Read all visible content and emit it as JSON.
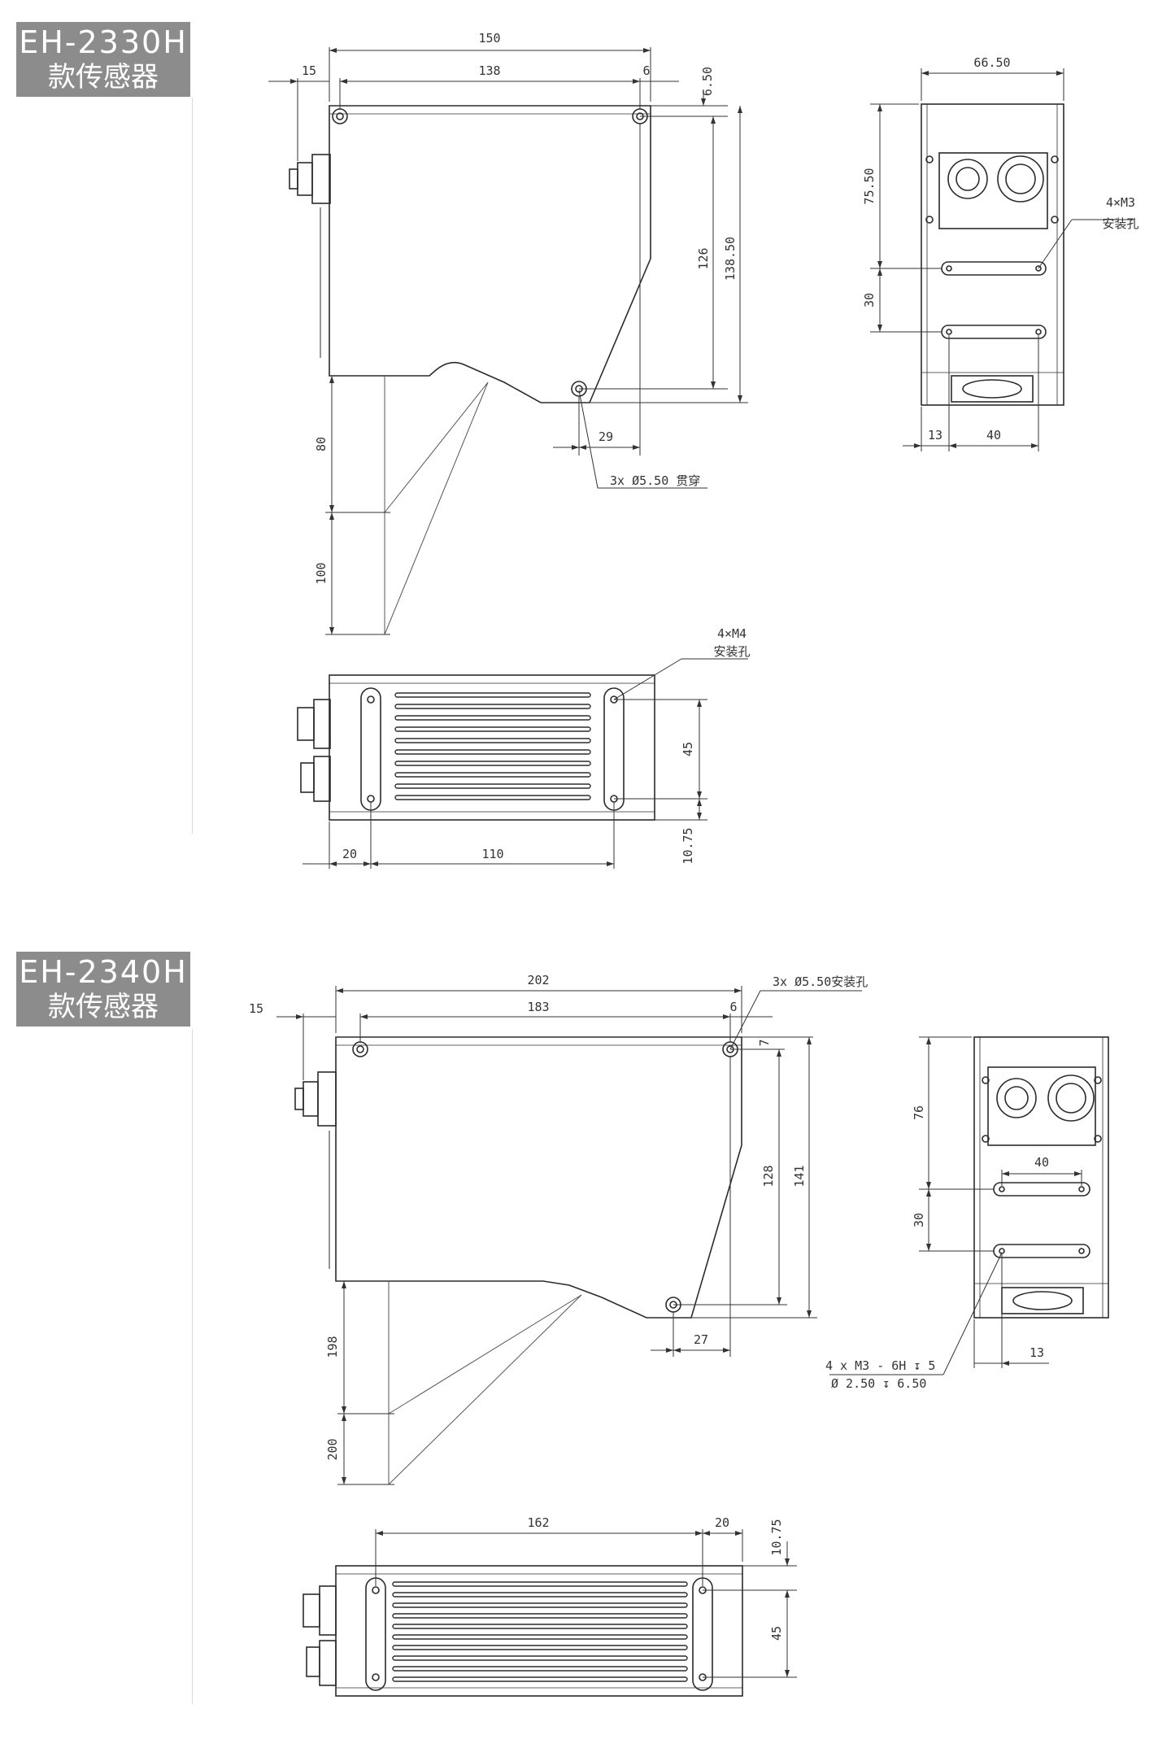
{
  "sections": [
    {
      "model": "EH-2330H",
      "kind": "款传感器",
      "dims": {
        "d150": "150",
        "d15": "15",
        "d138": "138",
        "d6": "6",
        "d650": "6.50",
        "d126": "126",
        "d13850": "138.50",
        "d29": "29",
        "d80": "80",
        "d100": "100",
        "hole_note": "3x Ø5.50 贯穿",
        "d6650": "66.50",
        "d7550": "75.50",
        "d30": "30",
        "d13": "13",
        "d40": "40",
        "m3_a": "4×M3",
        "m3_b": "安装孔",
        "m4_a": "4×M4",
        "m4_b": "安装孔",
        "d45": "45",
        "d1075": "10.75",
        "d20": "20",
        "d110": "110"
      }
    },
    {
      "model": "EH-2340H",
      "kind": "款传感器",
      "dims": {
        "d202": "202",
        "d15": "15",
        "d183": "183",
        "d6": "6",
        "d7": "7",
        "hole_note": "3x Ø5.50安装孔",
        "d128": "128",
        "d141": "141",
        "d27": "27",
        "d198": "198",
        "d200": "200",
        "d76": "76",
        "d40": "40",
        "d30": "30",
        "d13": "13",
        "thread_a": "4 x  M3 - 6H ↧ 5",
        "thread_b": "Ø 2.50 ↧ 6.50",
        "d162": "162",
        "d20": "20",
        "d1075": "10.75",
        "d45": "45"
      }
    }
  ],
  "colors": {
    "badge": "#8c8c8c",
    "line": "#2b2b2b",
    "dim": "#333333"
  }
}
